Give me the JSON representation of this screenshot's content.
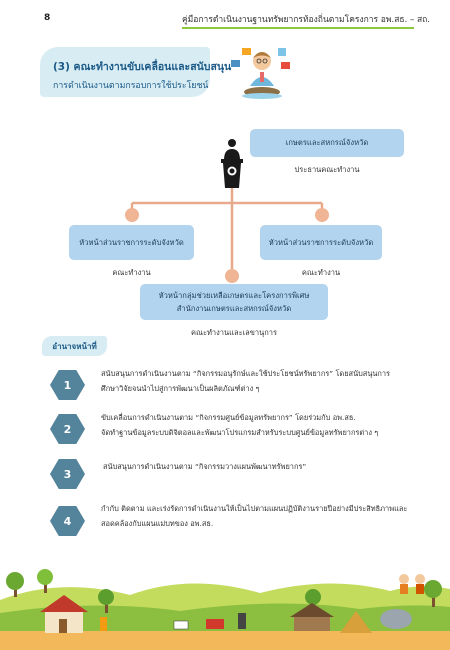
{
  "header": {
    "page_number": "8",
    "running_title": "คู่มือการดำเนินงานฐานทรัพยากรท้องถิ่นตามโครงการ อพ.สธ. – สถ."
  },
  "section": {
    "title": "(3) คณะทำงานขับเคลื่อนและสนับสนุน",
    "subtitle": "การดำเนินงานตามกรอบการใช้ประโยชน์"
  },
  "org_chart": {
    "top": {
      "box": "เกษตรและสหกรณ์จังหวัด",
      "caption": "ประธานคณะทำงาน"
    },
    "left": {
      "box": "หัวหน้าส่วนราชการระดับจังหวัด",
      "caption": "คณะทำงาน"
    },
    "right": {
      "box": "หัวหน้าส่วนราชการระดับจังหวัด",
      "caption": "คณะทำงาน"
    },
    "bottom": {
      "line1": "หัวหน้ากลุ่มช่วยเหลือเกษตรและโครงการพิเศษ",
      "line2": "สำนักงานเกษตรและสหกรณ์จังหวัด",
      "caption": "คณะทำงานและเลขานุการ"
    }
  },
  "duties": {
    "label": "อำนาจหน้าที่",
    "items": [
      {
        "num": "1",
        "line1": "สนับสนุนการดำเนินงานตาม “กิจกรรมอนุรักษ์และใช้ประโยชน์ทรัพยากร” โดยสนับสนุนการ",
        "line2": "ศึกษาวิจัยจนนำไปสู่การพัฒนาเป็นผลิตภัณฑ์ต่าง ๆ"
      },
      {
        "num": "2",
        "line1": "ขับเคลื่อนการดำเนินงานตาม “กิจกรรมศูนย์ข้อมูลทรัพยากร” โดยร่วมกับ อพ.สธ.",
        "line2": "จัดทำฐานข้อมูลระบบดิจิตอลและพัฒนาโปรแกรมสำหรับระบบศูนย์ข้อมูลทรัพยากรต่าง ๆ"
      },
      {
        "num": "3",
        "line1": "สนับสนุนการดำเนินงานตาม “กิจกรรมวางแผนพัฒนาทรัพยากร”",
        "line2": ""
      },
      {
        "num": "4",
        "line1": "กำกับ ติดตาม และเร่งรัดการดำเนินงานให้เป็นไปตามแผนปฏิบัติงานรายปีอย่างมีประสิทธิภาพและ",
        "line2": "สอดคล้องกับแผนแม่บทของ อพ.สธ."
      }
    ]
  },
  "colors": {
    "accent_green": "#8dc63f",
    "box_blue": "#b3d4ee",
    "tag_blue": "#d7ecf3",
    "hex_teal": "#54849b",
    "connector": "#e6a98a"
  }
}
